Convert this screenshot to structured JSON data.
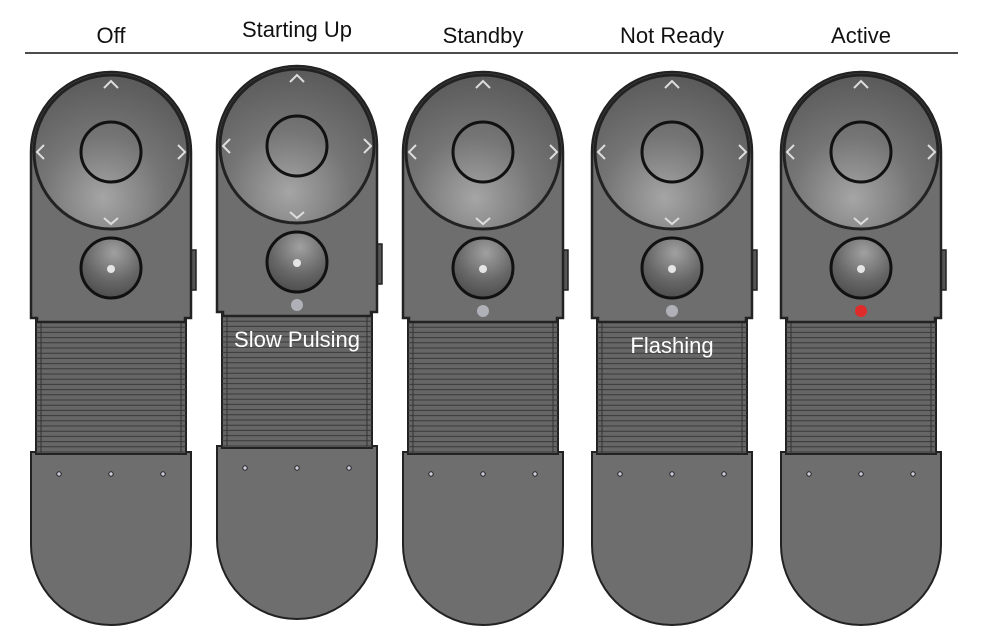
{
  "colors": {
    "body": "#6e6e6e",
    "outline": "#222222",
    "led_off": "#b0b0b8",
    "led_active": "#e02b2b"
  },
  "states": [
    {
      "label": "Off",
      "led": "none",
      "annotation": ""
    },
    {
      "label": "Starting Up",
      "led": "dim",
      "annotation": "Slow Pulsing"
    },
    {
      "label": "Standby",
      "led": "dim",
      "annotation": ""
    },
    {
      "label": "Not Ready",
      "led": "dim",
      "annotation": "Flashing"
    },
    {
      "label": "Active",
      "led": "active",
      "annotation": ""
    }
  ]
}
